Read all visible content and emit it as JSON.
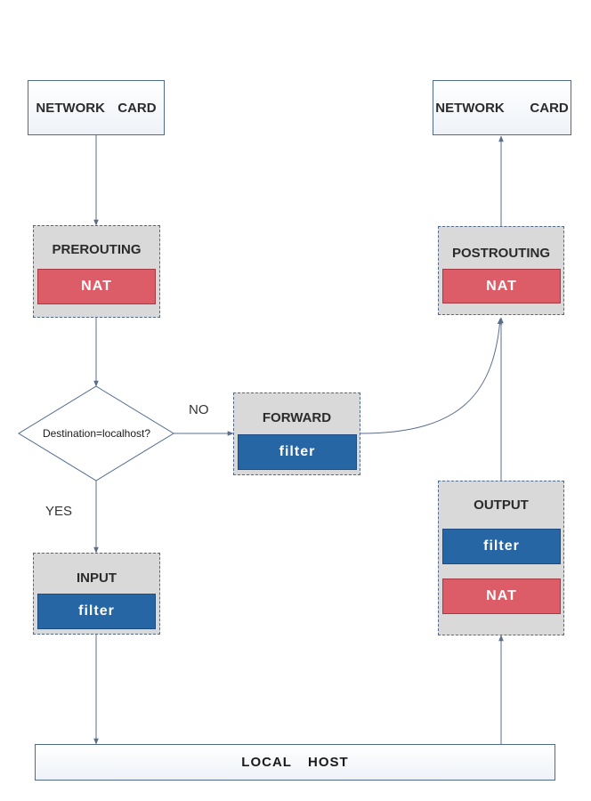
{
  "nodes": {
    "network_card_in": "NETWORK  CARD",
    "network_card_out": "NETWORK    CARD",
    "local_host": "LOCAL  HOST",
    "decision": "Destination=localhost?"
  },
  "chains": {
    "prerouting": {
      "title": "PREROUTING",
      "tables": [
        "NAT"
      ]
    },
    "forward": {
      "title": "FORWARD",
      "tables": [
        "filter"
      ]
    },
    "input": {
      "title": "INPUT",
      "tables": [
        "filter"
      ]
    },
    "postrouting": {
      "title": "POSTROUTING",
      "tables": [
        "NAT"
      ]
    },
    "output": {
      "title": "OUTPUT",
      "tables": [
        "filter",
        "NAT"
      ]
    }
  },
  "edge_labels": {
    "no": "NO",
    "yes": "YES"
  },
  "colors": {
    "nat": "#dc5d67",
    "filter": "#2766a5",
    "chain_bg": "#d9d9d9",
    "border": "#4f6a8f",
    "arrow": "#5a6e8c"
  }
}
